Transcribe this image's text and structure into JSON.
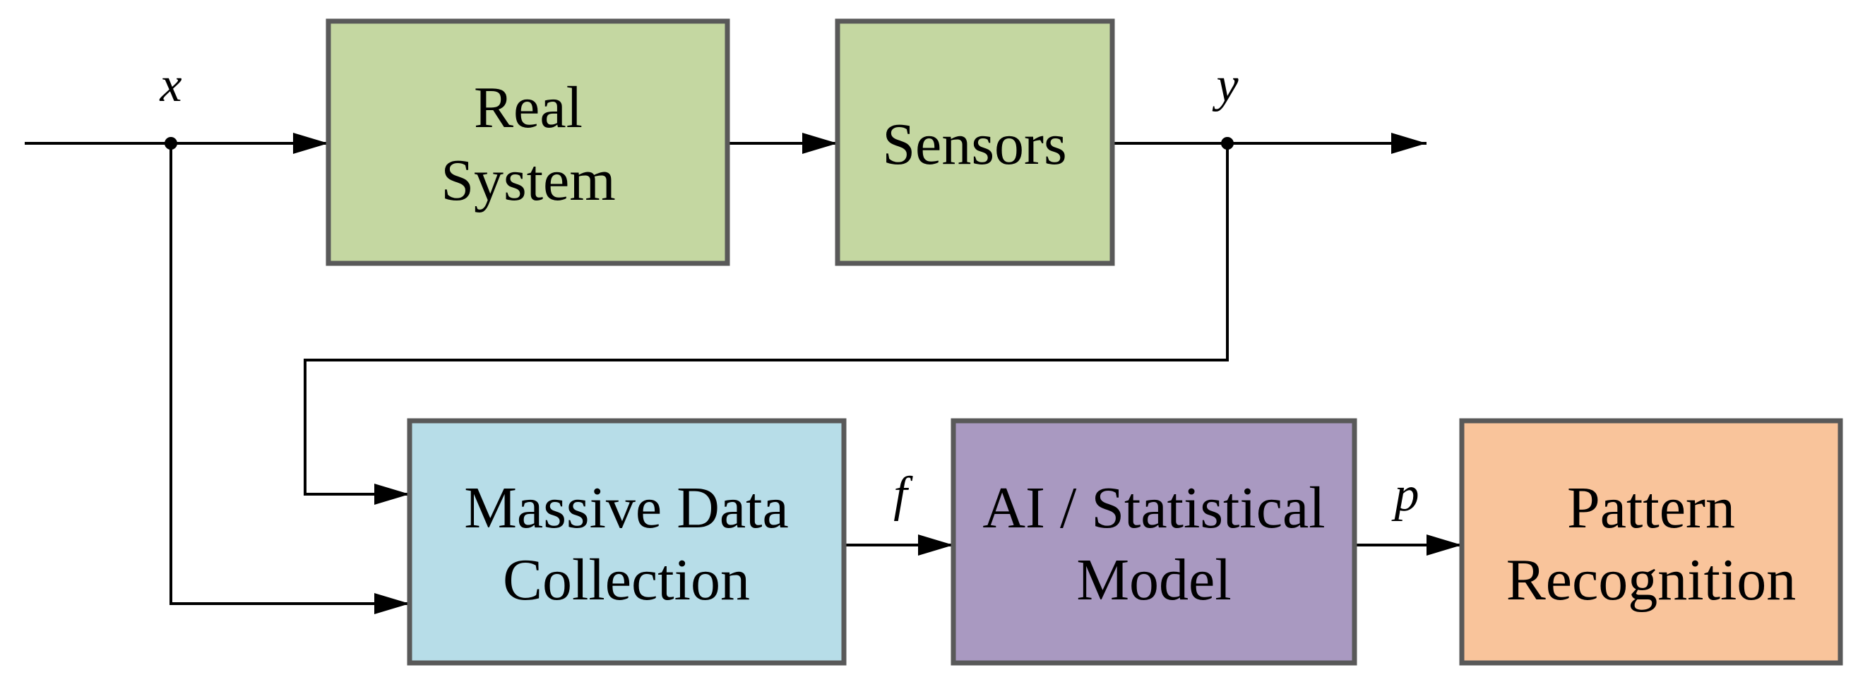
{
  "colors": {
    "real_system": "#c4d7a1",
    "sensors": "#c4d7a1",
    "data_collection": "#b7dde8",
    "model": "#a999c1",
    "pattern": "#f9c49b",
    "border": "#595959",
    "line": "#000000"
  },
  "blocks": {
    "real_system": {
      "line1": "Real",
      "line2": "System"
    },
    "sensors": {
      "line1": "Sensors"
    },
    "data_collection": {
      "line1": "Massive Data",
      "line2": "Collection"
    },
    "model": {
      "line1": "AI / Statistical",
      "line2": "Model"
    },
    "pattern": {
      "line1": "Pattern",
      "line2": "Recognition"
    }
  },
  "signals": {
    "input": "x",
    "output": "y",
    "features": "f",
    "prediction": "p"
  }
}
